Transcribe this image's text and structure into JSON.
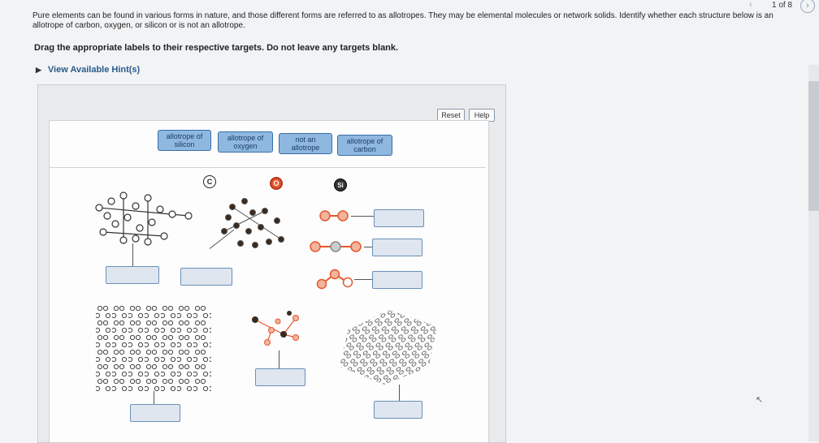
{
  "nav": {
    "prev": "‹",
    "page": "1 of 8",
    "next": "›"
  },
  "question": {
    "text": "Pure elements can be found in various forms in nature, and those different forms are referred to as allotropes. They may be elemental molecules or network solids. Identify whether each structure below is an allotrope of carbon, oxygen, or silicon or is not an allotrope.",
    "instruction": "Drag the appropriate labels to their respective targets. Do not leave any targets blank.",
    "hints": "View Available Hint(s)"
  },
  "toolbar": {
    "reset": "Reset",
    "help": "Help"
  },
  "labels": [
    {
      "l1": "allotrope of",
      "l2": "silicon"
    },
    {
      "l1": "allotrope of",
      "l2": "oxygen"
    },
    {
      "l1": "not an",
      "l2": "allotrope"
    },
    {
      "l1": "allotrope of",
      "l2": "carbon"
    }
  ],
  "legend": {
    "carbon": "C",
    "oxygen": "O",
    "silicon": "Si"
  },
  "colors": {
    "chip": "#8fb8e0",
    "chip_border": "#3a6ea5",
    "carbon": "#3a2a1e",
    "oxygen": "#e4572e",
    "silicon": "#bcbcbc",
    "target": "#dfe6ef"
  }
}
